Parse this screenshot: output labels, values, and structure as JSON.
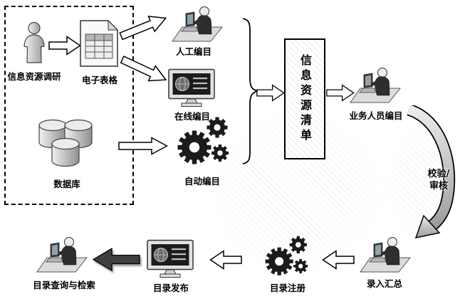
{
  "colors": {
    "ink": "#000000",
    "gear": "#1b1b1b",
    "dark_arrow": "#3f3f3f",
    "watermark_green": "#5a8c5a"
  },
  "nodes": {
    "survey": "信息资源调研",
    "spreadsheet": "电子表格",
    "manual_catalog": "人工编目",
    "online_catalog": "在线编目",
    "database": "数据库",
    "auto_catalog": "自动编目",
    "resource_list": "信息资源清单",
    "business_catalog": "业务人员编目",
    "entry_summary": "录入汇总",
    "catalog_register": "目录注册",
    "catalog_publish": "目录发布",
    "catalog_query": "目录查询与检索"
  },
  "annotations": {
    "verify_line1": "校验/",
    "verify_line2": "审核"
  }
}
